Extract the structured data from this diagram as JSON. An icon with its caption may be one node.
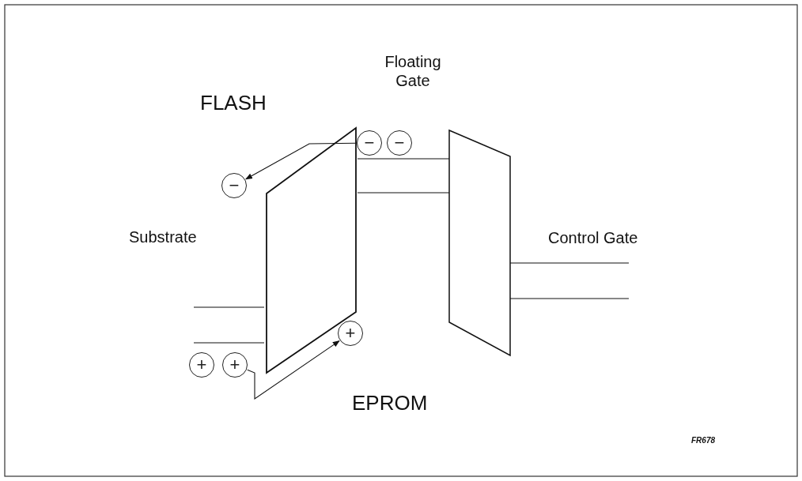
{
  "diagram": {
    "nodes": [
      {
        "text": [
          "−"
        ]
      },
      {
        "text": [
          "−"
        ]
      },
      {
        "text": [
          "−"
        ]
      },
      {
        "text": [
          "+"
        ]
      },
      {
        "text": [
          "+"
        ]
      },
      {
        "text": [
          "+"
        ]
      }
    ],
    "edges": [
      {
        "from": 0,
        "to": 2,
        "arrow": "to"
      },
      {
        "from": 5,
        "to": 3,
        "arrow": "to"
      }
    ],
    "labels": [
      "Floating Gate",
      "FLASH",
      "Control Gate",
      "Substrate",
      "EPROM",
      "FR678"
    ]
  }
}
